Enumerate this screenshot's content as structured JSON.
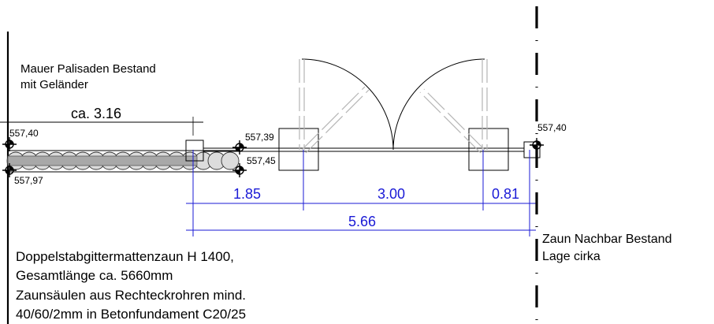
{
  "wall_label": [
    "Mauer Palisaden Bestand",
    "mit Geländer"
  ],
  "top_dimension": "ca. 3.16",
  "levels": {
    "left_top": "557,40",
    "left_bottom": "557,97",
    "mid_top": "557,39",
    "mid_bottom": "557,45",
    "right": "557,40"
  },
  "dimensions": {
    "seg1": "1.85",
    "seg2": "3.00",
    "seg3": "0.81",
    "total": "5.66"
  },
  "neighbor_label": [
    "Zaun Nachbar Bestand",
    "Lage cirka"
  ],
  "notes": [
    "Doppelstabgittermattenzaun H 1400,",
    "Gesamtlänge ca.  5660mm",
    "Zaunsäulen aus Rechteckrohren mind.",
    "40/60/2mm in Betonfundament C20/25"
  ],
  "colors": {
    "dimension": "#1a1ad6",
    "line": "#000000",
    "ghost": "#b5b5b5"
  }
}
